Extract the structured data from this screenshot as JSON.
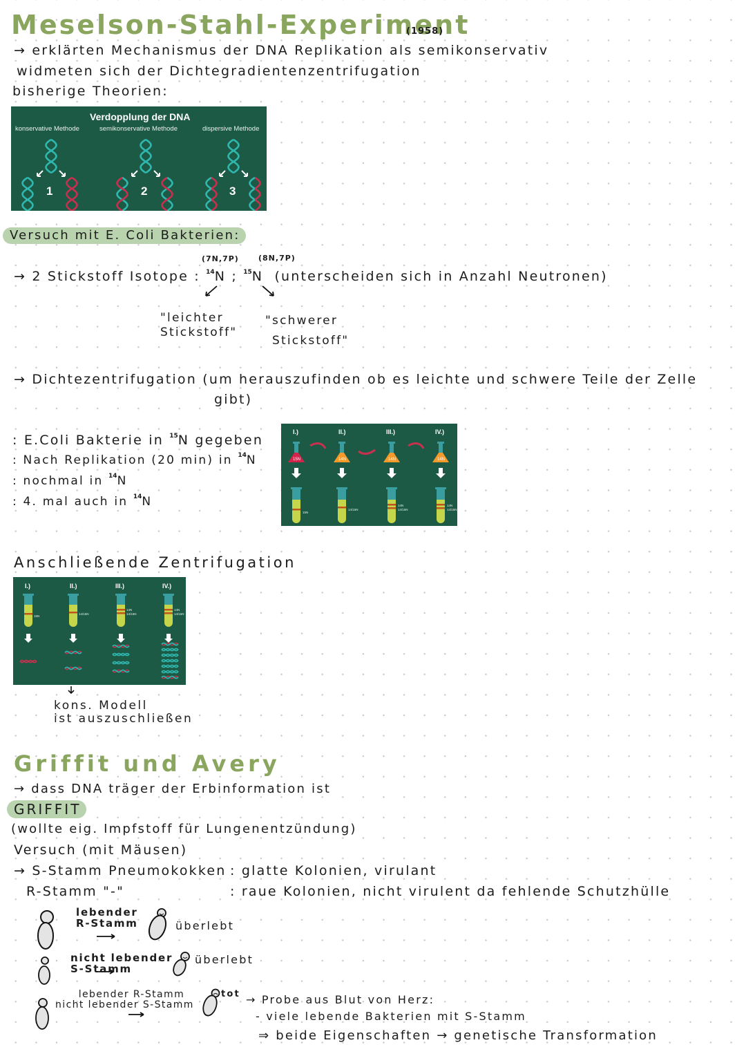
{
  "section1": {
    "title": "Meselson-Stahl-Experiment",
    "year": "(1958)",
    "lines": [
      "→ erklärten Mechanismus der DNA Replikation als   semikonservativ",
      "widmeten sich der Dichtegradientenzentrifugation",
      "bisherige Theorien:"
    ],
    "figure1": {
      "title": "Verdopplung der DNA",
      "methods": [
        "konservative Methode",
        "semikonservative Methode",
        "dispersive Methode"
      ],
      "numbers": [
        "1",
        "2",
        "3"
      ],
      "colors": {
        "board": "#1d5a45",
        "strand_old": "#2fb8b0",
        "strand_new": "#c7304f"
      }
    }
  },
  "experiment": {
    "heading": "Versuch mit E. Coli Bakterien:",
    "isotope_line_prefix": "→ 2 Stickstoff Isotope :",
    "isotope_14": {
      "mass": "14",
      "symbol": "N",
      "composition": "(7N,7P)"
    },
    "isotope_sep": ";",
    "isotope_15": {
      "mass": "15",
      "symbol": "N",
      "composition": "(8N,7P)"
    },
    "isotope_note": "(unterscheiden sich in Anzahl Neutronen)",
    "light_label": [
      "\"leichter",
      "Stickstoff\""
    ],
    "heavy_label": [
      "\"schwerer",
      "Stickstoff\""
    ],
    "centrifugation_line": "→ Dichtezentrifugation (um herauszufinden ob es leichte und schwere Teile der Zelle",
    "centrifugation_line2": "gibt)",
    "steps": [
      {
        "text": ": E.Coli Bakterie in ",
        "mass": "15",
        "tail": "N gegeben"
      },
      {
        "text": ": Nach Replikation (20 min) in ",
        "mass": "14",
        "tail": "N"
      },
      {
        "text": ": nochmal in ",
        "mass": "14",
        "tail": "N"
      },
      {
        "text": ": 4. mal auch in ",
        "mass": "14",
        "tail": "N"
      }
    ],
    "figure2": {
      "stages": [
        "I.)",
        "II.)",
        "III.)",
        "IV.)"
      ],
      "flask_labels": [
        "15N",
        "14N",
        "14N",
        "14N"
      ],
      "tube_labels": [
        [
          "15N"
        ],
        [
          "14/15N"
        ],
        [
          "14N",
          "14/15N"
        ],
        [
          "14N",
          "14/15N"
        ]
      ],
      "colors": {
        "flask_15": "#d2234a",
        "flask_14": "#f39a2b",
        "tube_fluid": "#c6d64a",
        "band": "#c0531e"
      }
    },
    "subsequent_heading": "Anschließende Zentrifugation",
    "figure3": {
      "stages": [
        "I.)",
        "II.)",
        "III.)",
        "IV.)"
      ],
      "tube_labels": [
        [
          "15N"
        ],
        [
          "14/15N"
        ],
        [
          "14N",
          "14/15N"
        ],
        [
          "14N",
          "14/15N"
        ]
      ]
    },
    "conclusion": [
      "kons. Modell",
      "ist auszuschließen"
    ]
  },
  "section2": {
    "title": "Griffit und Avery",
    "line1": "→ dass DNA träger der Erbinformation ist",
    "subheading": "GRIFFIT",
    "line2": "(wollte eig. Impfstoff für Lungenentzündung)",
    "line3": "Versuch (mit Mäusen)",
    "strain_s": {
      "name": "→ S-Stamm Pneumokokken",
      "desc": ": glatte Kolonien, virulant"
    },
    "strain_r": {
      "name": "R-Stamm \"-\"",
      "desc": ": raue Kolonien, nicht virulent da fehlende Schutzhülle"
    },
    "trials": [
      {
        "label": [
          "lebender",
          "R-Stamm"
        ],
        "result": "überlebt"
      },
      {
        "label": [
          "nicht lebender",
          "S-Stamm"
        ],
        "result": "überlebt"
      },
      {
        "label": [
          "lebender R-Stamm",
          "nicht lebender S-Stamm"
        ],
        "result": "tot"
      }
    ],
    "findings": [
      "→ Probe aus Blut von Herz:",
      "- viele lebende Bakterien mit S-Stamm",
      "⇒ beide Eigenschaften → genetische Transformation"
    ]
  }
}
